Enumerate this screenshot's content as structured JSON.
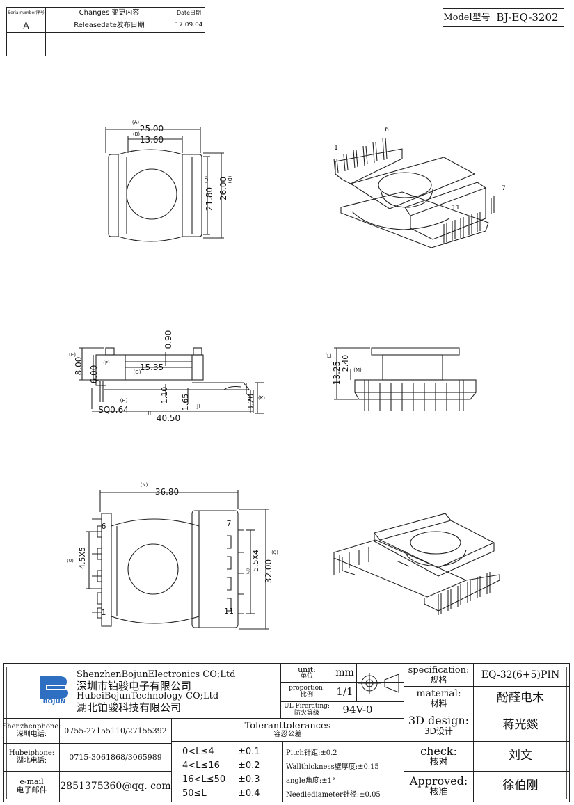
{
  "revision_table": {
    "headers": {
      "serial": "Serialnumber序号",
      "changes": "Changes 变更内容",
      "date": "Date日期"
    },
    "rows": [
      {
        "serial": "A",
        "change": "Releasedate发布日期",
        "date": "17.09.04"
      }
    ]
  },
  "model": {
    "label": "Model型号",
    "value": "BJ-EQ-3202"
  },
  "top_view": {
    "dim_a_value": "25.00",
    "dim_a_label": "(A)",
    "dim_b_value": "13.60",
    "dim_b_label": "(B)",
    "dim_c_value": "21.80",
    "dim_c_label": "(C)",
    "dim_d_value": "26.00",
    "dim_d_label": "(D)"
  },
  "iso_top": {
    "pin_1": "1",
    "pin_6": "6",
    "pin_7": "7",
    "pin_11": "11"
  },
  "side_view": {
    "dim_e_value": "8.00",
    "dim_e_label": "(E)",
    "dim_f_value": "6.00",
    "dim_f_label": "(F)",
    "dim_g_value": "15.35",
    "dim_g_label": "(G)",
    "dim_090": "0.90",
    "dim_110": "1.10",
    "dim_h_value": "SQ0.64",
    "dim_h_label": "(H)",
    "dim_i_value": "40.50",
    "dim_i_label": "(I)",
    "dim_j_value": "1.65",
    "dim_j_label": "(J)",
    "dim_k_value": "3.20",
    "dim_k_label": "(K)"
  },
  "end_view": {
    "dim_l_value": "13.25",
    "dim_l_label": "(L)",
    "dim_m_value": "2.40",
    "dim_m_label": "(M)"
  },
  "bottom_view": {
    "dim_n_value": "36.80",
    "dim_n_label": "(N)",
    "dim_o_value": "4.5X5",
    "dim_o_label": "(O)",
    "dim_p_value": "5.5X4",
    "dim_p_label": "(P)",
    "dim_q_value": "32.00",
    "dim_q_label": "(Q)",
    "pin_6": "6",
    "pin_1": "1",
    "pin_7": "7",
    "pin_11": "11"
  },
  "title_block": {
    "logo_text": "BOJUN",
    "company_en_1": "ShenzhenBojunElectronics CO;Ltd",
    "company_cn_1": "深圳市铂骏电子有限公司",
    "company_en_2": "HubeiBojunTechnology CO;Ltd",
    "company_cn_2": "湖北铂骏科技有限公司",
    "unit_label_en": "unit:",
    "unit_label_cn": "单位",
    "unit_value": "mm",
    "proportion_label_en": "proportion:",
    "proportion_label_cn": "比例",
    "proportion_value": "1/1",
    "ul_label_en": "UL Firerating:",
    "ul_label_cn": "防火等级",
    "ul_value": "94V-0",
    "spec_label_en": "specification:",
    "spec_label_cn": "规格",
    "spec_value": "EQ-32(6+5)PIN",
    "material_label_en": "material:",
    "material_label_cn": "材料",
    "material_value": "酚醛电木",
    "design_label_en": "3D design:",
    "design_label_cn": "3D设计",
    "design_value": "蒋光燚",
    "check_label_en": "check:",
    "check_label_cn": "核对",
    "check_value": "刘文",
    "approved_label_en": "Approved:",
    "approved_label_cn": "核准",
    "approved_value": "徐伯刚",
    "sz_phone_label_en": "Shenzhenphone:",
    "sz_phone_label_cn": "深圳电话:",
    "sz_phone_value": "0755-27155110/27155392",
    "hb_phone_label_en": "Hubeiphone:",
    "hb_phone_label_cn": "湖北电话:",
    "hb_phone_value": "0715-3061868/3065989",
    "email_label_en": "e-mail",
    "email_label_cn": "电子邮件",
    "email_value": "2851375360@qq. com",
    "tolerance_title_en": "Toleranttolerances",
    "tolerance_title_cn": "容忍公差",
    "tolerances": [
      {
        "range": "0<L≤4",
        "value": "±0.1"
      },
      {
        "range": "4<L≤16",
        "value": "±0.2"
      },
      {
        "range": "16<L≤50",
        "value": "±0.3"
      },
      {
        "range": "50≤L",
        "value": "±0.4"
      }
    ],
    "pitch": "Pitch针距:±0.2",
    "wall": "Wallthickness壁厚度:±0.15",
    "angle": "angle角度:±1°",
    "needle": "Needlediameter针径:±0.05"
  }
}
